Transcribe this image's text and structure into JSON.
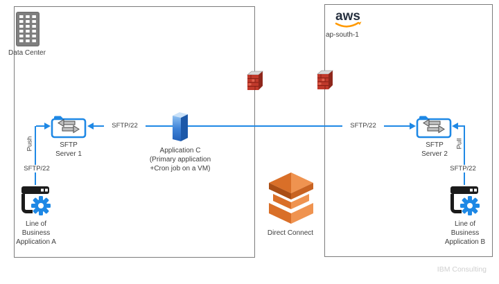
{
  "diagram": {
    "left_region": {
      "data_center_label": "Data Center",
      "sftp_server_1": {
        "line1": "SFTP",
        "line2": "Server 1"
      },
      "lob_app_a": {
        "line1": "Line of",
        "line2": "Business",
        "line3": "Application A"
      },
      "push": {
        "direction": "Push",
        "port": "SFTP/22"
      }
    },
    "right_region": {
      "provider_logo": "aws",
      "region_label": "ap-south-1",
      "sftp_server_2": {
        "line1": "SFTP",
        "line2": "Server 2"
      },
      "lob_app_b": {
        "line1": "Line of",
        "line2": "Business",
        "line3": "Application B"
      },
      "pull": {
        "direction": "Pull",
        "port": "SFTP/22"
      }
    },
    "middle": {
      "app_c": {
        "line1": "Application C",
        "line2": "(Primary application",
        "line3": "+Cron job on a VM)"
      },
      "left_link_port": "SFTP/22",
      "right_link_port": "SFTP/22",
      "direct_connect_label": "Direct Connect"
    },
    "watermark": "IBM Consulting",
    "colors": {
      "link_blue": "#1e88e5",
      "firewall_red": "#c0392b",
      "aws_orange": "#ff9900",
      "direct_connect_orange": "#dd6f27",
      "border_gray": "#7b7b7b"
    }
  }
}
